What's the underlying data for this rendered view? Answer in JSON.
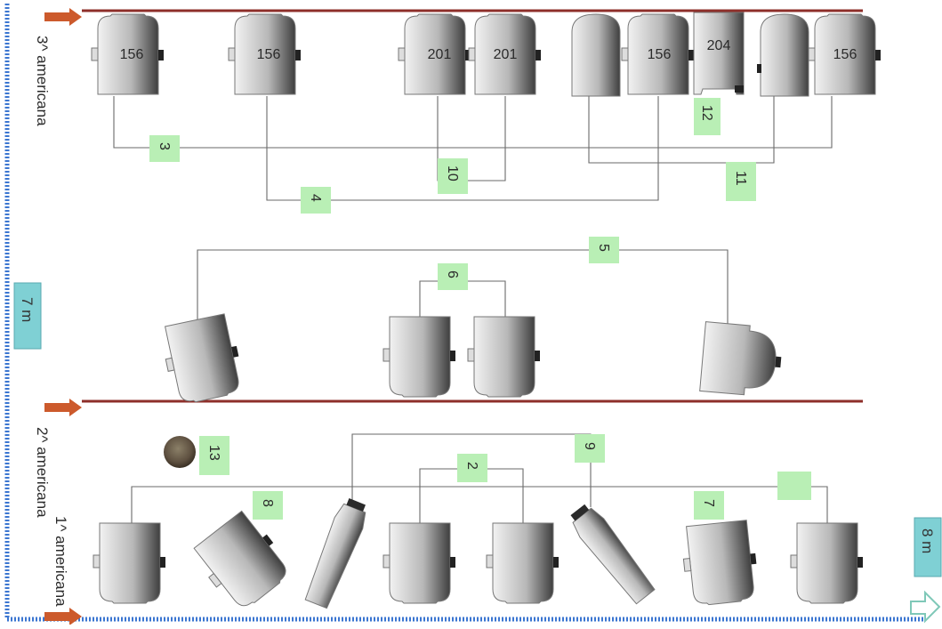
{
  "rows": {
    "third": {
      "label": "3^ americana"
    },
    "second": {
      "label": "2^ americana"
    },
    "first": {
      "label": "1^ americana"
    }
  },
  "dimensions": {
    "width": "7 m",
    "depth": "8 m"
  },
  "device_numbers": [
    "156",
    "156",
    "201",
    "201",
    "156",
    "204",
    "156"
  ],
  "connection_labels": [
    "3",
    "4",
    "10",
    "11",
    "12",
    "5",
    "6",
    "2",
    "9",
    "7",
    "8",
    "13",
    ""
  ],
  "colors": {
    "rail": "#8e2f2a",
    "arrow": "#cc5a2c",
    "border": "#3b76d1",
    "tag": "#b9efb5",
    "dimension_box": "#7fd0d4"
  },
  "icons": {
    "device": "machine-head-icon",
    "arrow": "arrow-right-icon",
    "corner": "corner-arrow-icon"
  }
}
